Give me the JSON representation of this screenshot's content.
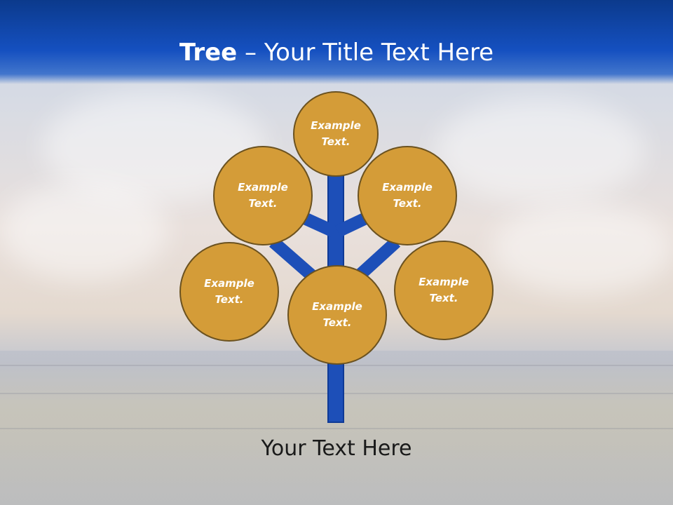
{
  "slide": {
    "title_bold": "Tree",
    "title_rest": " – Your Title Text Here",
    "footer_text": "Your Text Here"
  },
  "diagram": {
    "nodes": [
      {
        "id": "top",
        "text": "Example Text."
      },
      {
        "id": "upper-left",
        "text": "Example Text."
      },
      {
        "id": "upper-right",
        "text": "Example Text."
      },
      {
        "id": "lower-left",
        "text": "Example Text."
      },
      {
        "id": "center",
        "text": "Example Text."
      },
      {
        "id": "lower-right",
        "text": "Example Text."
      }
    ]
  },
  "colors": {
    "header": "#1550c0",
    "node_fill": "#d49c38",
    "node_border": "#6b5220",
    "branch": "#1d4fb8"
  }
}
